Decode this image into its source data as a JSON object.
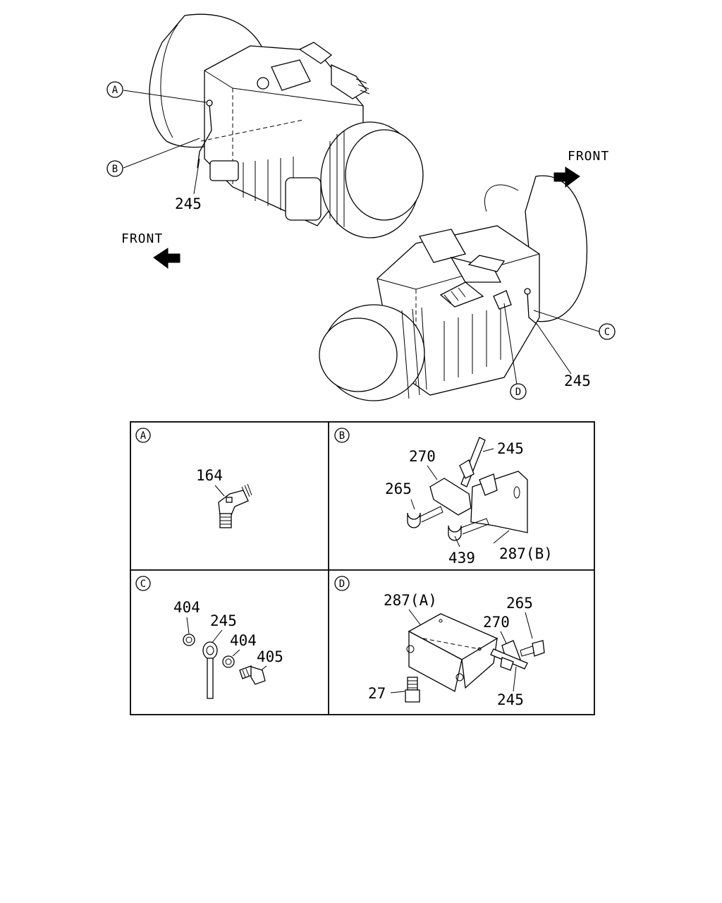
{
  "main_view": {
    "top_assembly": {
      "callout_a": "A",
      "callout_b": "B",
      "part_245": "245",
      "front_label": "FRONT"
    },
    "bottom_assembly": {
      "callout_c": "C",
      "callout_d": "D",
      "part_245": "245",
      "front_label": "FRONT"
    }
  },
  "detail_panels": {
    "A": {
      "letter": "A",
      "parts": [
        "164"
      ]
    },
    "B": {
      "letter": "B",
      "parts": [
        "270",
        "245",
        "265",
        "439",
        "287(B)"
      ]
    },
    "C": {
      "letter": "C",
      "parts": [
        "404",
        "245",
        "404",
        "405"
      ]
    },
    "D": {
      "letter": "D",
      "parts": [
        "287(A)",
        "265",
        "270",
        "27",
        "245"
      ]
    }
  }
}
